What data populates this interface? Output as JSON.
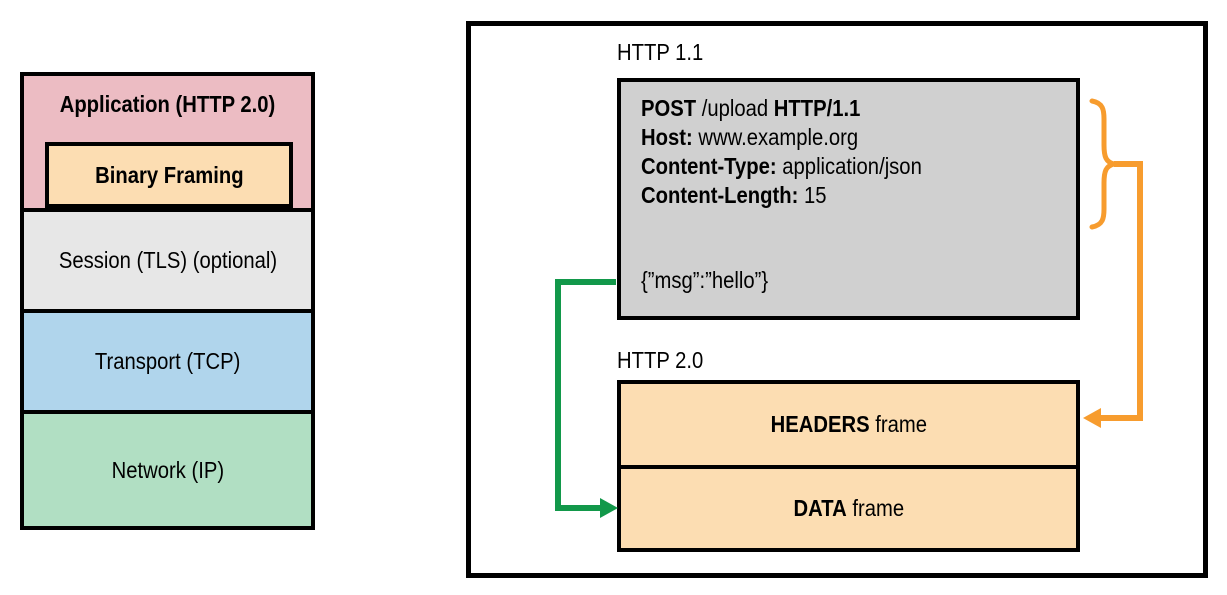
{
  "stack": {
    "layers": [
      {
        "label": "Application (HTTP 2.0)",
        "color": "#ecbcc3"
      },
      {
        "label": "Binary Framing",
        "color": "#fcddb2"
      },
      {
        "label": "Session (TLS) (optional)",
        "color": "#e7e7e7"
      },
      {
        "label": "Transport (TCP)",
        "color": "#b0d5ec"
      },
      {
        "label": "Network (IP)",
        "color": "#b1dfc3"
      }
    ]
  },
  "panel": {
    "http11_label": "HTTP 1.1",
    "http20_label": "HTTP 2.0",
    "request": {
      "box_color": "#d0d0d0",
      "method": "POST",
      "path": " /upload ",
      "version": "HTTP/1.1",
      "headers": [
        {
          "name": "Host:",
          "value": " www.example.org"
        },
        {
          "name": "Content-Type:",
          "value": " application/json"
        },
        {
          "name": "Content-Length:",
          "value": " 15"
        }
      ],
      "body": "{”msg”:”hello”}"
    },
    "frames": [
      {
        "bold": "HEADERS",
        "rest": " frame",
        "color": "#fcddb2"
      },
      {
        "bold": "DATA",
        "rest": " frame",
        "color": "#fcddb2"
      }
    ],
    "arrows": {
      "headers_color": "#f79c2e",
      "data_color": "#12984a"
    }
  }
}
